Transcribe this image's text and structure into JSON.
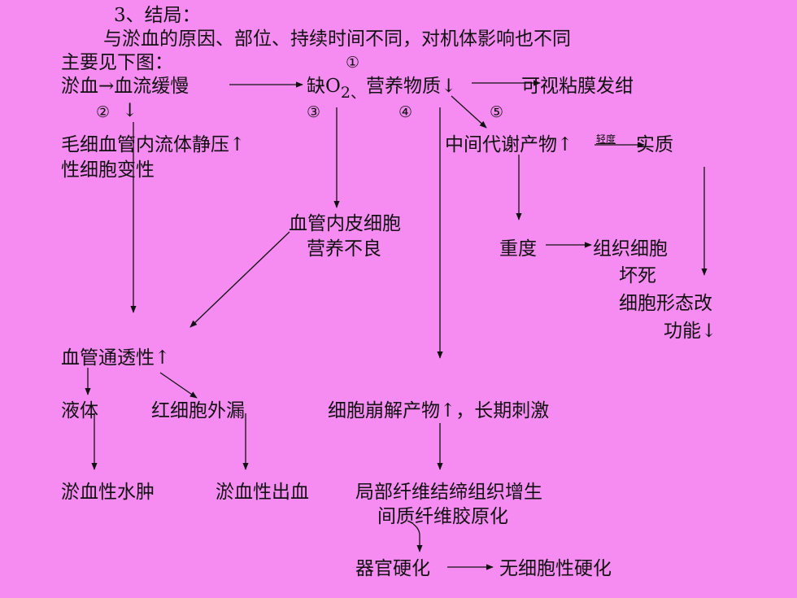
{
  "slide": {
    "heading": "3、结局：",
    "intro": "与淤血的原因、部位、持续时间不同，对机体影响也不同",
    "see_figure": "主要见下图：",
    "markers": {
      "m1": "①",
      "m2": "②",
      "m3": "③",
      "m4": "④",
      "m5": "⑤"
    },
    "nodes": {
      "congestion_slow": "淤血→血流缓慢",
      "down_small": "↓",
      "hypoxia_left": "缺O",
      "o2_subscript": "2、",
      "hypoxia_right": "营养物质↓",
      "cyanosis": "可视粘膜发绀",
      "capillary_pressure": "毛细血管内流体静压↑",
      "cell_degeneration": "性细胞变性",
      "metabolites": "中间代谢产物↑",
      "mild_label": "轻度",
      "parenchyma": "实质",
      "endothelium_line1": "血管内皮细胞",
      "endothelium_line2": "营养不良",
      "severe": "重度",
      "tissue_line1": "组织细胞",
      "tissue_line2": "坏死",
      "morph_line1": "细胞形态改",
      "morph_line2": "功能↓",
      "permeability": "血管通透性↑",
      "fluid": "液体",
      "rbc_leak": "红细胞外漏",
      "breakdown": "细胞崩解产物↑，长期刺激",
      "edema": "淤血性水肿",
      "hemorrhage": "淤血性出血",
      "fibrosis_line1": "局部纤维结缔组织增生",
      "fibrosis_line2": "间质纤维胶原化",
      "organ_hardening": "器官硬化",
      "acellular_sclerosis": "无细胞性硬化"
    }
  }
}
